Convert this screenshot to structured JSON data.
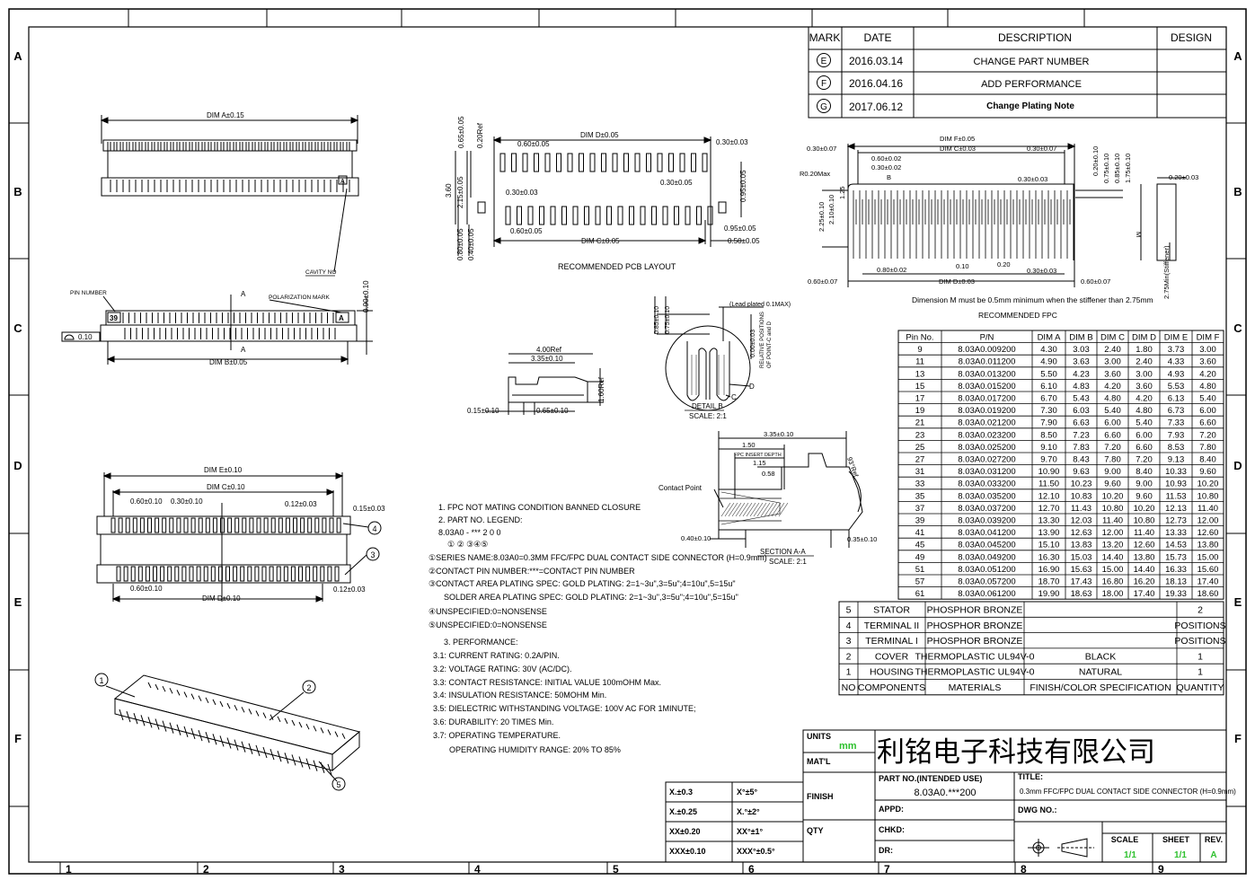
{
  "revisions": {
    "headers": [
      "MARK",
      "DATE",
      "DESCRIPTION",
      "DESIGN"
    ],
    "rows": [
      {
        "mark": "E",
        "date": "2016.03.14",
        "desc": "CHANGE PART NUMBER"
      },
      {
        "mark": "F",
        "date": "2016.04.16",
        "desc": "ADD PERFORMANCE"
      },
      {
        "mark": "G",
        "date": "2017.06.12",
        "desc": "Change Plating Note"
      }
    ]
  },
  "zones": {
    "rows": [
      "A",
      "B",
      "C",
      "D",
      "E",
      "F"
    ],
    "cols": [
      "1",
      "2",
      "3",
      "4",
      "5",
      "6",
      "7",
      "8",
      "9"
    ]
  },
  "views": {
    "top": {
      "dimA": "DIM A±0.15",
      "cavity": "CAVITY NO",
      "letterA": "A"
    },
    "side": {
      "pinNumber": "PIN NUMBER",
      "polarization": "POLARIZATION MARK",
      "dimB": "DIM B±0.05",
      "flat": "0.10",
      "height": "0.90±0.10",
      "section": "A",
      "pin": "39",
      "mark": "A"
    },
    "bottom": {
      "dimE": "DIM E±0.10",
      "dimC": "DIM C±0.10",
      "p1": "0.60±0.10",
      "p2": "0.30±0.10",
      "p3": "0.12±0.03",
      "p4": "0.15±0.03",
      "p5": "0.60±0.10",
      "dimD": "DIM D±0.10",
      "p6": "0.12±0.03",
      "c4": "4",
      "c3": "3"
    },
    "iso": {
      "c1": "1",
      "c2": "2",
      "c5": "5"
    },
    "pcb": {
      "title": "RECOMMENDED PCB LAYOUT",
      "dimD": "DIM D±0.05",
      "p060": "0.60±0.05",
      "p030a": "0.30±0.03",
      "p030b": "0.30±0.03",
      "p030c": "0.30±0.05",
      "p060b": "0.60±0.05",
      "dimC": "DIM C±0.05",
      "p050": "0.50±0.05",
      "p095": "0.95±0.05",
      "v065": "0.65±0.05",
      "v020": "0.20Ref",
      "v360": "3.60",
      "v215": "2.15±0.05",
      "v080": "0.80±0.05",
      "v040": "0.40±0.05"
    },
    "profile": {
      "w400": "4.00Ref",
      "w335": "3.35±0.10",
      "h160": "1.60Ref",
      "b015": "0.15±0.10",
      "b065": "0.65±0.10"
    },
    "detail": {
      "lead": "(Lead plated 0.1MAX)",
      "h085": "0.85±0.10",
      "h075": "0.75±0.10",
      "h000": "0.00±0.03",
      "rel": "RELATIVE POSITIONS",
      "rel2": "OF POINT-C and D",
      "c": "C",
      "d": "D",
      "title": "DETAIL B",
      "scale": "SCALE: 2:1"
    },
    "section": {
      "w335": "3.35±0.10",
      "w150": "1.50",
      "ins": "FPC INSERT DEPTH",
      "w115": "1.15",
      "w058": "0.58",
      "contact": "Contact Point",
      "b040": "0.40±0.10",
      "b035": "0.35±0.10",
      "angle": "93°Ref",
      "title": "SECTION A-A",
      "scale": "SCALE: 2:1"
    },
    "fpc": {
      "title": "RECOMMENDED FPC",
      "note": "Dimension M must be 0.5mm minimum when the stiffener than 2.75mm",
      "dimF": "DIM F±0.05",
      "dimC": "DIM C±0.03",
      "p030l": "0.30±0.07",
      "p030r": "0.30±0.07",
      "p060": "0.60±0.02",
      "p030": "0.30±0.02",
      "r020": "R0.20Max",
      "b": "B",
      "p030m": "0.30±0.03",
      "p080": "0.80±0.02",
      "p010": "0.10",
      "p020": "0.20",
      "p030n": "0.30±0.03",
      "p060l": "0.60±0.07",
      "dimD": "DIM D±0.03",
      "p060r": "0.60±0.07",
      "h225": "2.25±0.10",
      "h210": "2.10±0.10",
      "h125": "1.25",
      "t020": "0.20±0.10",
      "t075": "0.75±0.10",
      "t085": "0.85±0.10",
      "t175": "1.75±0.10",
      "s020": "0.20±0.03",
      "m": "M",
      "s275": "2.75Min(Stiffener)"
    }
  },
  "notes": {
    "n1": "1. FPC NOT MATING CONDITION BANNED CLOSURE",
    "n2": "2. PART NO. LEGEND:",
    "legendCode": "8.03A0 - ***  2  0  0",
    "legendNums": "①   ②  ③④⑤",
    "l1": "①SERIES NAME:8.03A0=0.3MM FFC/FPC DUAL CONTACT SIDE CONNECTOR (H=0.9mm)",
    "l2": "②CONTACT PIN NUMBER:***=CONTACT PIN NUMBER",
    "l3": "③CONTACT AREA PLATING SPEC:   GOLD PLATING: 2=1~3u\",3=5u\";4=10u\",5=15u\"",
    "l3b": "SOLDER AREA PLATING SPEC:   GOLD PLATING: 2=1~3u\",3=5u\";4=10u\",5=15u\"",
    "l4": "④UNSPECIFIED:0=NONSENSE",
    "l5": "⑤UNSPECIFIED:0=NONSENSE",
    "p0": "3. PERFORMANCE:",
    "p1": "3.1: CURRENT RATING: 0.2A/PIN.",
    "p2": "3.2: VOLTAGE RATING: 30V (AC/DC).",
    "p3": "3.3: CONTACT RESISTANCE: INITIAL VALUE 100mOHM Max.",
    "p4": "3.4: INSULATION RESISTANCE: 50MOHM Min.",
    "p5": "3.5: DIELECTRIC WITHSTANDING VOLTAGE: 100V AC FOR 1MINUTE;",
    "p6": "3.6: DURABILITY: 20 TIMES Min.",
    "p7": "3.7: OPERATING TEMPERATURE.",
    "p8": "OPERATING HUMIDITY RANGE: 20% TO 85%"
  },
  "dimTable": {
    "headers": [
      "Pin No.",
      "P/N",
      "DIM A",
      "DIM B",
      "DIM C",
      "DIM D",
      "DIM E",
      "DIM F"
    ],
    "rows": [
      [
        "9",
        "8.03A0.009200",
        "4.30",
        "3.03",
        "2.40",
        "1.80",
        "3.73",
        "3.00"
      ],
      [
        "11",
        "8.03A0.011200",
        "4.90",
        "3.63",
        "3.00",
        "2.40",
        "4.33",
        "3.60"
      ],
      [
        "13",
        "8.03A0.013200",
        "5.50",
        "4.23",
        "3.60",
        "3.00",
        "4.93",
        "4.20"
      ],
      [
        "15",
        "8.03A0.015200",
        "6.10",
        "4.83",
        "4.20",
        "3.60",
        "5.53",
        "4.80"
      ],
      [
        "17",
        "8.03A0.017200",
        "6.70",
        "5.43",
        "4.80",
        "4.20",
        "6.13",
        "5.40"
      ],
      [
        "19",
        "8.03A0.019200",
        "7.30",
        "6.03",
        "5.40",
        "4.80",
        "6.73",
        "6.00"
      ],
      [
        "21",
        "8.03A0.021200",
        "7.90",
        "6.63",
        "6.00",
        "5.40",
        "7.33",
        "6.60"
      ],
      [
        "23",
        "8.03A0.023200",
        "8.50",
        "7.23",
        "6.60",
        "6.00",
        "7.93",
        "7.20"
      ],
      [
        "25",
        "8.03A0.025200",
        "9.10",
        "7.83",
        "7.20",
        "6.60",
        "8.53",
        "7.80"
      ],
      [
        "27",
        "8.03A0.027200",
        "9.70",
        "8.43",
        "7.80",
        "7.20",
        "9.13",
        "8.40"
      ],
      [
        "31",
        "8.03A0.031200",
        "10.90",
        "9.63",
        "9.00",
        "8.40",
        "10.33",
        "9.60"
      ],
      [
        "33",
        "8.03A0.033200",
        "11.50",
        "10.23",
        "9.60",
        "9.00",
        "10.93",
        "10.20"
      ],
      [
        "35",
        "8.03A0.035200",
        "12.10",
        "10.83",
        "10.20",
        "9.60",
        "11.53",
        "10.80"
      ],
      [
        "37",
        "8.03A0.037200",
        "12.70",
        "11.43",
        "10.80",
        "10.20",
        "12.13",
        "11.40"
      ],
      [
        "39",
        "8.03A0.039200",
        "13.30",
        "12.03",
        "11.40",
        "10.80",
        "12.73",
        "12.00"
      ],
      [
        "41",
        "8.03A0.041200",
        "13.90",
        "12.63",
        "12.00",
        "11.40",
        "13.33",
        "12.60"
      ],
      [
        "45",
        "8.03A0.045200",
        "15.10",
        "13.83",
        "13.20",
        "12.60",
        "14.53",
        "13.80"
      ],
      [
        "49",
        "8.03A0.049200",
        "16.30",
        "15.03",
        "14.40",
        "13.80",
        "15.73",
        "15.00"
      ],
      [
        "51",
        "8.03A0.051200",
        "16.90",
        "15.63",
        "15.00",
        "14.40",
        "16.33",
        "15.60"
      ],
      [
        "57",
        "8.03A0.057200",
        "18.70",
        "17.43",
        "16.80",
        "16.20",
        "18.13",
        "17.40"
      ],
      [
        "61",
        "8.03A0.061200",
        "19.90",
        "18.63",
        "18.00",
        "17.40",
        "19.33",
        "18.60"
      ]
    ]
  },
  "bom": {
    "rows": [
      [
        "5",
        "STATOR",
        "PHOSPHOR BRONZE",
        "",
        "2"
      ],
      [
        "4",
        "TERMINAL II",
        "PHOSPHOR BRONZE",
        "",
        "POSITIONS"
      ],
      [
        "3",
        "TERMINAL I",
        "PHOSPHOR BRONZE",
        "",
        "POSITIONS"
      ],
      [
        "2",
        "COVER",
        "THERMOPLASTIC UL94V-0",
        "BLACK",
        "1"
      ],
      [
        "1",
        "HOUSING",
        "THERMOPLASTIC UL94V-0",
        "NATURAL",
        "1"
      ]
    ],
    "header": [
      "NO",
      "COMPONENTS",
      "MATERIALS",
      "FINISH/COLOR  SPECIFICATION",
      "QUANTITY"
    ]
  },
  "titleBlock": {
    "company": "利铭电子科技有限公司",
    "units": "UNITS",
    "unitsValue": "mm",
    "matl": "MAT'L",
    "finish": "FINISH",
    "qty": "QTY",
    "tol": [
      [
        "X.±0.3",
        "X°±5°"
      ],
      [
        "X.±0.25",
        "X.°±2°"
      ],
      [
        "XX±0.20",
        "XX°±1°"
      ],
      [
        "XXX±0.10",
        "XXX°±0.5°"
      ]
    ],
    "partLabel": "PART NO.(INTENDED USE)",
    "partValue": "8.03A0.***200",
    "titleLabel": "TITLE:",
    "titleValue": "0.3mm FFC/FPC DUAL CONTACT SIDE CONNECTOR (H=0.9mm)",
    "appd": "APPD:",
    "chkd": "CHKD:",
    "dr": "DR:",
    "dwg": "DWG NO.:",
    "scaleLabel": "SCALE",
    "scaleValue": "1/1",
    "sheetLabel": "SHEET",
    "sheetValue": "1/1",
    "revLabel": "REV.",
    "revValue": "A"
  },
  "colors": {
    "accent": "#2fc12f",
    "line": "#000000",
    "paper": "#ffffff"
  }
}
